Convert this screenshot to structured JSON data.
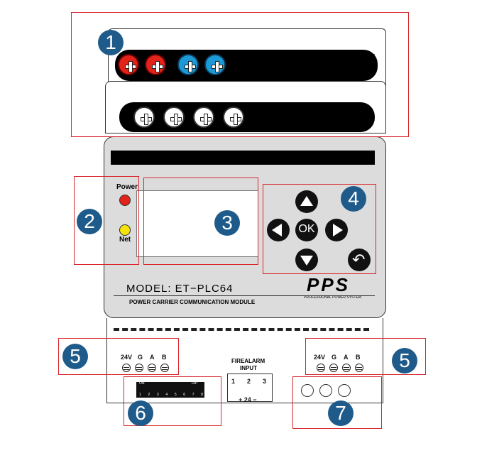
{
  "callouts": [
    "1",
    "2",
    "3",
    "4",
    "5",
    "5",
    "6",
    "7"
  ],
  "indicators": {
    "power_label": "Power",
    "net_label": "Net"
  },
  "keypad": {
    "ok_label": "OK"
  },
  "model_text": "MODEL: ET−PLC64",
  "brand": {
    "logo": "PPS",
    "tagline": "PROFESSIONAL POWER SYSTEM"
  },
  "module_name": "POWER CARRIER COMMUNICATION MODULE",
  "left_terminals": [
    "24V",
    "G",
    "A",
    "B"
  ],
  "right_terminals": [
    "24V",
    "G",
    "A",
    "B"
  ],
  "fire_alarm": {
    "title": "FIREALARM",
    "subtitle": "INPUT",
    "pins": [
      "1",
      "2",
      "3"
    ],
    "voltage": "+ 24 −"
  },
  "dip": {
    "on_label": "ON",
    "dip_label": "DIP",
    "numbers": [
      "1",
      "2",
      "3",
      "4",
      "5",
      "6",
      "7",
      "8"
    ]
  },
  "colors": {
    "red": "#e2231a",
    "blue": "#1d9ad6",
    "callout": "#1f5b8a",
    "box": "#d9262c",
    "led_power": "#e2231a",
    "led_net": "#f5e20a"
  }
}
